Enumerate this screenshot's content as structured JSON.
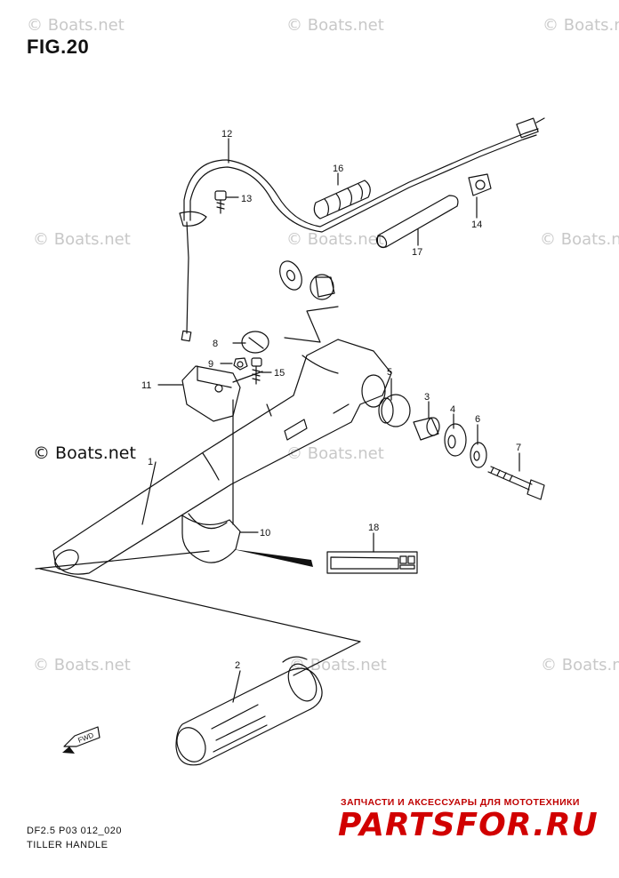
{
  "figure": {
    "title": "FIG.20"
  },
  "watermarks": {
    "light": "© Boats.net",
    "dark": "© Boats.net"
  },
  "callouts": [
    "1",
    "2",
    "3",
    "4",
    "5",
    "6",
    "7",
    "8",
    "9",
    "10",
    "11",
    "12",
    "13",
    "14",
    "15",
    "16",
    "17",
    "18"
  ],
  "footer": {
    "code": "DF2.5 P03 012_020",
    "name": "TILLER HANDLE"
  },
  "direction_marker": "FWD",
  "brand": {
    "tagline": "ЗАПЧАСТИ И АКСЕССУАРЫ ДЛЯ МОТОТЕХНИКИ",
    "logo": "PARTSFOR.RU",
    "color": "#d10000"
  }
}
